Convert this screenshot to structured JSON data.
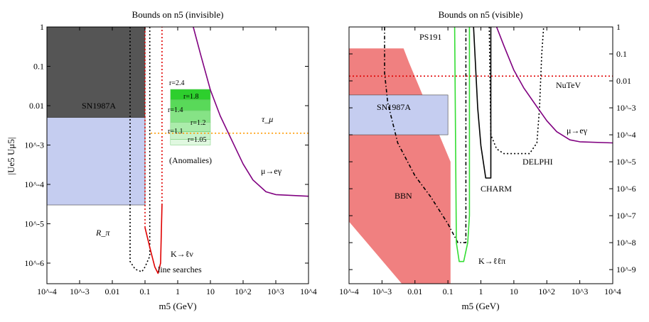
{
  "chart_data": [
    {
      "type": "line",
      "title": "Bounds on n5 (invisible)",
      "xlabel": "m5 (GeV)",
      "ylabel": "|Ue5 Uμ5|",
      "x_scale": "log",
      "y_scale": "log",
      "xlim": [
        0.0001,
        10000
      ],
      "ylim": [
        3e-07,
        1
      ],
      "x_ticks": [
        "10^-4",
        "10^-3",
        "0.01",
        "0.1",
        "1",
        "10",
        "10^2",
        "10^3",
        "10^4"
      ],
      "y_ticks": [
        "1",
        "0.1",
        "0.01",
        "10^-3",
        "10^-4",
        "10^-5",
        "10^-6"
      ],
      "regions": [
        {
          "name": "SN1987A",
          "x": [
            0.0001,
            0.1
          ],
          "y": [
            0.005,
            1
          ],
          "color": "#555555"
        },
        {
          "name": "SN1987A",
          "x": [
            0.0001,
            0.1
          ],
          "y": [
            3e-05,
            0.005
          ],
          "color": "#c5cdf0"
        }
      ],
      "anomaly_bands": {
        "labels": [
          "r=2.4",
          "r=1.8",
          "r=1.4",
          "r=1.2",
          "r=1.1",
          "r=1.05"
        ],
        "x": [
          0.6,
          10
        ],
        "color": "#22cc22"
      },
      "series": [
        {
          "name": "μ→eγ",
          "x": [
            3,
            5,
            10,
            20,
            50,
            100,
            200,
            500,
            1000,
            10000
          ],
          "y": [
            1,
            0.2,
            0.025,
            0.0055,
            0.0011,
            0.00033,
            0.00013,
            6.5e-05,
            5.5e-05,
            5e-05
          ],
          "color": "#800080"
        },
        {
          "name": "R_π",
          "x": [
            0.035,
            0.035,
            0.05,
            0.08,
            0.1,
            0.14,
            0.14
          ],
          "y": [
            1,
            1.1e-06,
            7e-07,
            6e-07,
            8e-07,
            1.5e-06,
            1
          ],
          "color": "#000000",
          "dash": "dotted"
        },
        {
          "name": "K→ℓν line searches",
          "x": [
            0.1,
            0.15,
            0.2,
            0.25,
            0.3,
            0.33
          ],
          "y": [
            8e-06,
            2e-06,
            8e-07,
            5.5e-07,
            1e-06,
            3e-05
          ],
          "color": "#e00000"
        },
        {
          "name": "",
          "x": [
            0.1,
            0.1
          ],
          "y": [
            8e-06,
            1
          ],
          "color": "#e00000",
          "dash": "dotted"
        },
        {
          "name": "",
          "x": [
            0.33,
            0.33
          ],
          "y": [
            3e-05,
            1
          ],
          "color": "#e00000",
          "dash": "dotted"
        },
        {
          "name": "τ_μ",
          "x": [
            0.15,
            10000
          ],
          "y": [
            0.002,
            0.002
          ],
          "color": "#ff9900",
          "dash": "dotted"
        }
      ],
      "annotations": [
        "SN1987A",
        "R_π",
        "K→ℓν",
        "line searches",
        "(Anomalies)",
        "μ→eγ",
        "τ_μ"
      ]
    },
    {
      "type": "line",
      "title": "Bounds on n5 (visible)",
      "xlabel": "m5 (GeV)",
      "ylabel": "",
      "x_scale": "log",
      "y_scale": "log",
      "xlim": [
        0.0001,
        10000
      ],
      "ylim": [
        3e-10,
        1
      ],
      "x_ticks": [
        "10^-4",
        "10^-3",
        "0.01",
        "0.1",
        "1",
        "10",
        "10^2",
        "10^3",
        "10^4"
      ],
      "y_ticks": [
        "1",
        "0.1",
        "0.01",
        "10^-3",
        "10^-4",
        "10^-5",
        "10^-6",
        "10^-7",
        "10^-8",
        "10^-9"
      ],
      "regions": [
        {
          "name": "BBN",
          "color": "#f08080",
          "x": [
            0.0001,
            0.0045,
            0.0065,
            0.12,
            0.12,
            0.004,
            0.0001
          ],
          "y": [
            0.16,
            0.16,
            0.05,
            1e-05,
            3e-10,
            3e-10,
            6e-08
          ]
        },
        {
          "name": "SN1987A",
          "x": [
            0.0001,
            0.1
          ],
          "y": [
            0.0001,
            0.003
          ],
          "color": "#c5cdf0"
        }
      ],
      "series": [
        {
          "name": "PS191",
          "x": [
            0.0012,
            0.0012,
            0.0015,
            0.003,
            0.01,
            0.03,
            0.1,
            0.2,
            0.35,
            0.35
          ],
          "y": [
            1,
            0.02,
            0.0015,
            5e-05,
            3e-06,
            5e-07,
            5e-08,
            1e-08,
            1e-08,
            1
          ],
          "color": "#000000",
          "dash": "dashdot"
        },
        {
          "name": "K→ℓℓπ",
          "x": [
            0.16,
            0.18,
            0.22,
            0.3,
            0.4,
            0.45,
            0.45
          ],
          "y": [
            1,
            1e-08,
            2e-09,
            2e-09,
            1e-08,
            1e-07,
            1
          ],
          "color": "#33dd33"
        },
        {
          "name": "CHARM",
          "x": [
            0.6,
            0.8,
            1,
            1.4,
            2,
            2,
            2
          ],
          "y": [
            1,
            0.001,
            4e-05,
            2.5e-06,
            2.5e-06,
            0.0003,
            1
          ],
          "color": "#000000"
        },
        {
          "name": "DELPHI",
          "x": [
            1.8,
            2,
            3,
            5,
            10,
            30,
            50,
            60,
            70,
            80
          ],
          "y": [
            1,
            0.0001,
            3e-05,
            2e-05,
            2e-05,
            2e-05,
            5e-05,
            0.001,
            0.1,
            1
          ],
          "color": "#000000",
          "dash": "dotted"
        },
        {
          "name": "NuTeV",
          "x": [
            0.0001,
            10000
          ],
          "y": [
            0.015,
            0.015
          ],
          "color": "#e00000",
          "dash": "dotted"
        },
        {
          "name": "μ→eγ",
          "x": [
            3,
            5,
            10,
            20,
            50,
            100,
            200,
            500,
            1000,
            10000
          ],
          "y": [
            1,
            0.2,
            0.025,
            0.0055,
            0.0011,
            0.00033,
            0.00013,
            6.5e-05,
            5.5e-05,
            5e-05
          ],
          "color": "#800080"
        }
      ],
      "annotations": [
        "PS191",
        "SN1987A",
        "BBN",
        "K→ℓℓπ",
        "CHARM",
        "DELPHI",
        "NuTeV",
        "μ→eγ"
      ]
    }
  ],
  "colors": {
    "sn_dark": "#555555",
    "sn_light": "#c5cdf0",
    "bbn": "#f08080",
    "mueg": "#800080",
    "k_line": "#e00000",
    "tau": "#ff9900",
    "klp": "#33dd33"
  }
}
